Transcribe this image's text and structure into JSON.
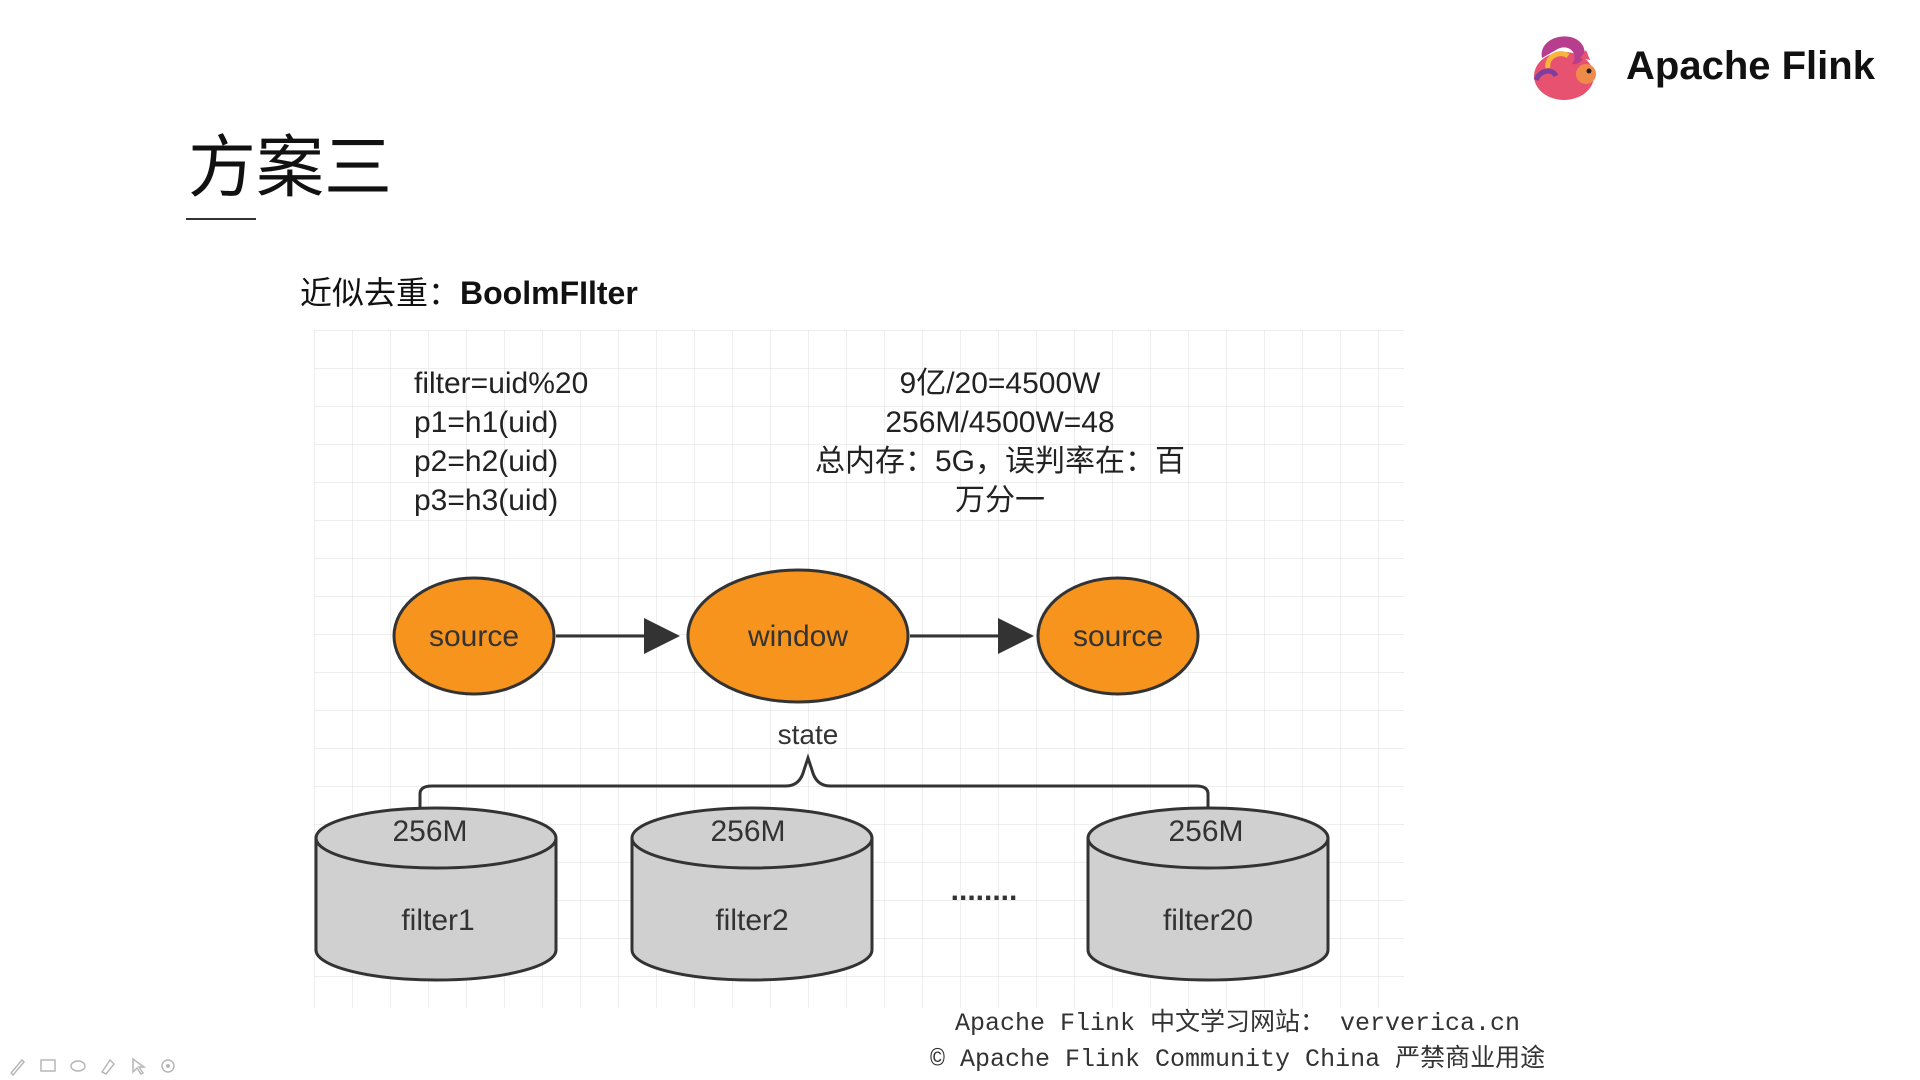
{
  "slide": {
    "title": "方案三",
    "subtitle_prefix": "近似去重：",
    "subtitle_bold": "BoolmFIlter"
  },
  "brand": {
    "name": "Apache Flink",
    "icon": "flink-squirrel-logo"
  },
  "diagram": {
    "left_notes": [
      "filter=uid%20",
      "p1=h1(uid)",
      "p2=h2(uid)",
      "p3=h3(uid)"
    ],
    "right_notes": [
      "9亿/20=4500W",
      "256M/4500W=48",
      "总内存：5G，误判率在：百",
      "万分一"
    ],
    "nodes": [
      {
        "label": "source"
      },
      {
        "label": "window"
      },
      {
        "label": "source"
      }
    ],
    "state_label": "state",
    "stores": [
      {
        "size": "256M",
        "name": "filter1"
      },
      {
        "size": "256M",
        "name": "filter2"
      },
      {
        "size": "256M",
        "name": "filter20"
      }
    ],
    "ellipsis": "........",
    "colors": {
      "node_fill": "#F7941D",
      "node_stroke": "#333333",
      "store_fill": "#D0D0D0",
      "grid": "#DDDDDD"
    }
  },
  "footer": {
    "line1": "Apache Flink 中文学习网站：  ververica.cn",
    "line2": "© Apache Flink Community China  严禁商业用途"
  },
  "toolbar_icons": [
    "pen-icon",
    "screen-icon",
    "eraser-icon",
    "highlighter-icon",
    "pointer-icon",
    "settings-icon"
  ]
}
